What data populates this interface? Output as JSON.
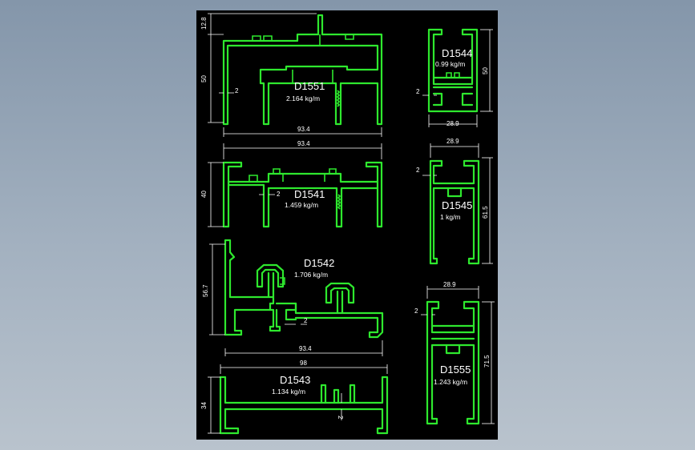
{
  "colors": {
    "background": "#000000",
    "profile": "#2ee82e",
    "annotation": "#ffffff",
    "window": "#8e9eb0"
  },
  "profiles": [
    {
      "id": "p1551",
      "code": "D1551",
      "weight": "2.164 kg/m",
      "dims": {
        "width": "93.4",
        "height": "50",
        "top": "12.8",
        "wall": "2"
      }
    },
    {
      "id": "p1541",
      "code": "D1541",
      "weight": "1.459 kg/m",
      "dims": {
        "width": "93.4",
        "height": "40",
        "wall": "2"
      }
    },
    {
      "id": "p1542",
      "code": "D1542",
      "weight": "1.706 kg/m",
      "dims": {
        "width": "93.4",
        "height": "56.7",
        "wall": "2"
      }
    },
    {
      "id": "p1543",
      "code": "D1543",
      "weight": "1.134 kg/m",
      "dims": {
        "width": "98",
        "height": "34",
        "wall": "2"
      }
    },
    {
      "id": "p1544",
      "code": "D1544",
      "weight": "0.99 kg/m",
      "dims": {
        "width": "28.9",
        "height": "50",
        "wall": "2"
      }
    },
    {
      "id": "p1545",
      "code": "D1545",
      "weight": "1 kg/m",
      "dims": {
        "width": "28.9",
        "height": "61.5",
        "wall": "2"
      }
    },
    {
      "id": "p1555",
      "code": "D1555",
      "weight": "1.243 kg/m",
      "dims": {
        "width": "28.9",
        "height": "71.5",
        "wall": "2"
      }
    }
  ]
}
